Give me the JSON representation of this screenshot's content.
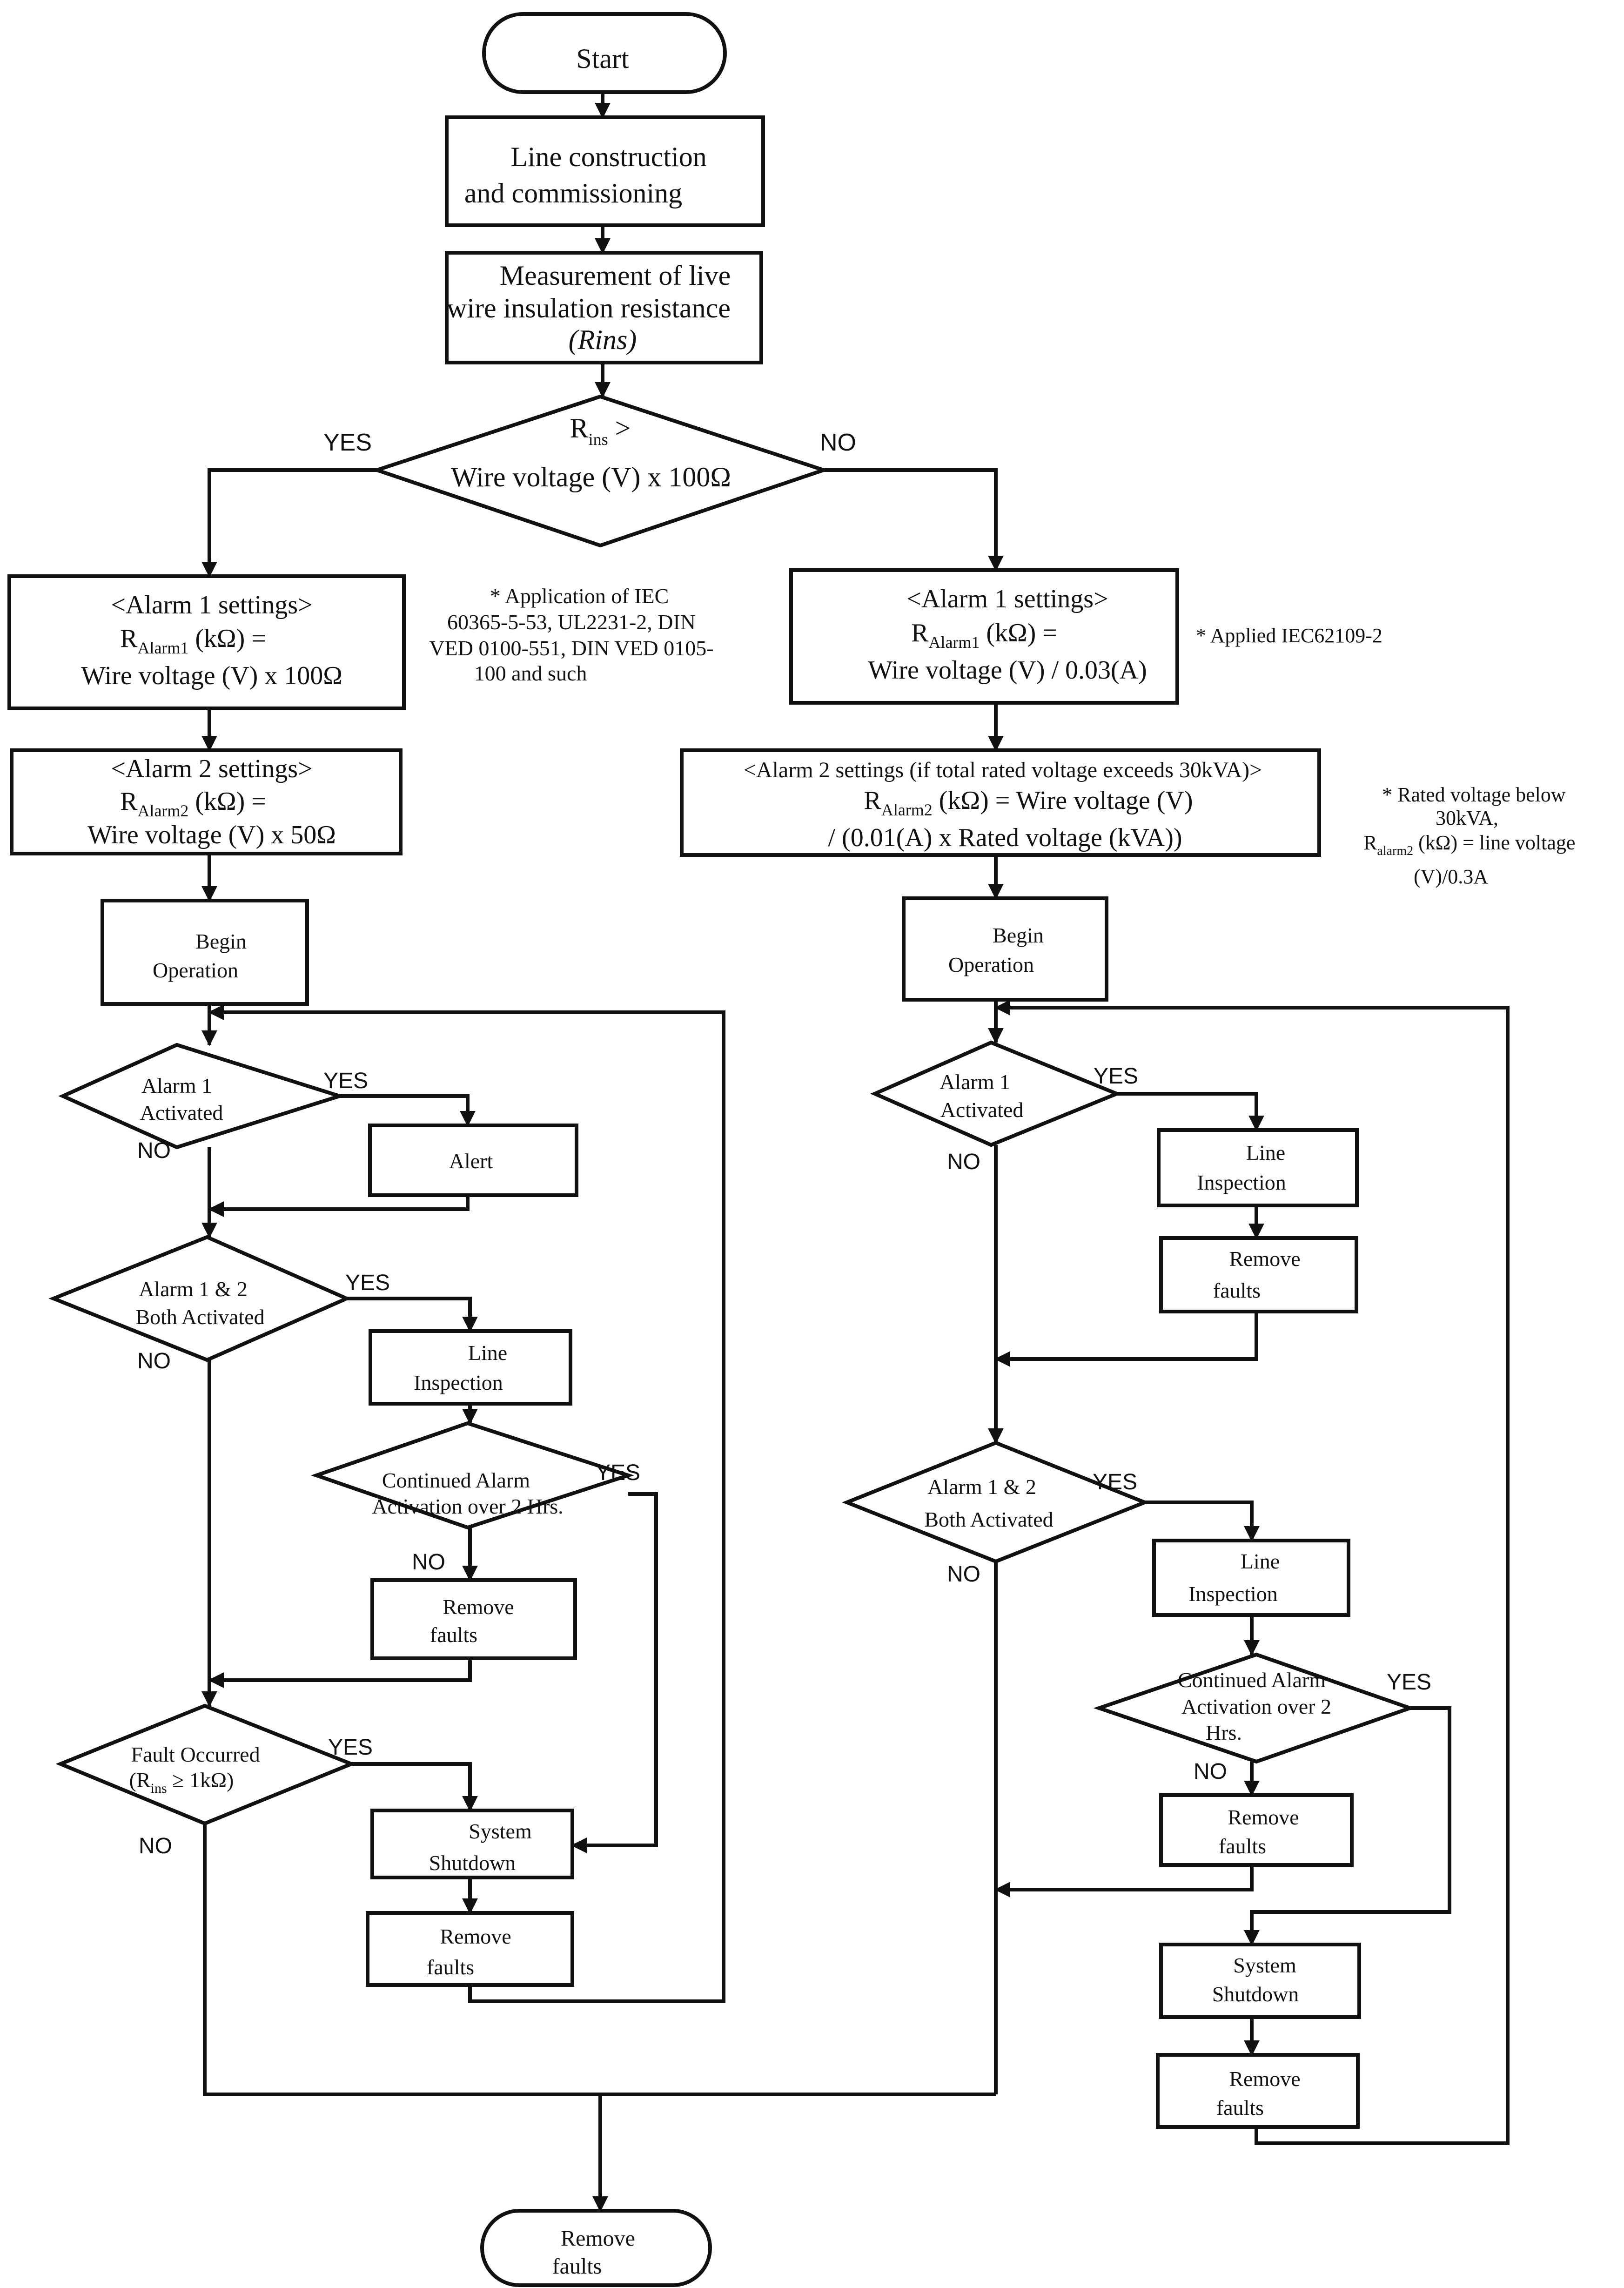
{
  "start": "Start",
  "line_construction": [
    "Line construction",
    "and commissioning"
  ],
  "measurement": [
    "Measurement of live",
    "wire insulation resistance",
    "(Rins)"
  ],
  "decision_rins": {
    "line1": "R",
    "line1_sub": "ins",
    "line1_tail": " >",
    "line2": "Wire voltage (V) x 100Ω"
  },
  "yes": "YES",
  "no": "NO",
  "left": {
    "alarm1": {
      "title": "<Alarm 1 settings>",
      "r": "R",
      "sub": "Alarm1",
      "unit": " (kΩ) =",
      "formula": "Wire voltage (V) x 100Ω"
    },
    "alarm1_note": [
      "* Application of IEC",
      "60365-5-53, UL2231-2, DIN",
      "VED 0100-551, DIN VED 0105-",
      "100 and such"
    ],
    "alarm2": {
      "title": "<Alarm 2 settings>",
      "r": "R",
      "sub": "Alarm2",
      "unit": " (kΩ) =",
      "formula": "Wire voltage (V) x 50Ω"
    },
    "begin": [
      "Begin",
      "Operation"
    ],
    "d_alarm1": [
      "Alarm 1",
      "Activated"
    ],
    "alert": "Alert",
    "d_both": [
      "Alarm 1 & 2",
      "Both Activated"
    ],
    "line_inspection": [
      "Line",
      "Inspection"
    ],
    "d_continued": [
      "Continued Alarm",
      "Activation over 2 Hrs."
    ],
    "remove_faults_1": [
      "Remove",
      "faults"
    ],
    "d_fault": {
      "line1": "Fault Occurred",
      "line2_a": "(R",
      "line2_sub": "ins",
      "line2_b": " ≥ 1kΩ)"
    },
    "shutdown": [
      "System",
      "Shutdown"
    ],
    "remove_faults_2": [
      "Remove",
      "faults"
    ]
  },
  "right": {
    "alarm1": {
      "title": "<Alarm 1 settings>",
      "r": "R",
      "sub": "Alarm1",
      "unit": " (kΩ) =",
      "formula": "Wire voltage (V) / 0.03(A)"
    },
    "alarm1_note": "* Applied IEC62109-2",
    "alarm2": {
      "title": "<Alarm 2 settings (if total rated voltage exceeds 30kVA)>",
      "r": "R",
      "sub": "Alarm2",
      "unit": " (kΩ) = Wire voltage (V)",
      "formula": "/ (0.01(A) x Rated voltage (kVA))"
    },
    "alarm2_note": {
      "l1": "* Rated voltage below",
      "l2": "30kVA,",
      "l3_r": "R",
      "l3_sub": "alarm2",
      "l3_tail": " (kΩ)  = line voltage",
      "l4": "(V)/0.3A"
    },
    "begin": [
      "Begin",
      "Operation"
    ],
    "d_alarm1": [
      "Alarm 1",
      "Activated"
    ],
    "line_inspection_1": [
      "Line",
      "Inspection"
    ],
    "remove_faults_1": [
      "Remove",
      "faults"
    ],
    "d_both": [
      "Alarm 1 & 2",
      "Both Activated"
    ],
    "line_inspection_2": [
      "Line",
      "Inspection"
    ],
    "d_continued": [
      "Continued Alarm",
      "Activation over 2",
      "Hrs."
    ],
    "remove_faults_2": [
      "Remove",
      "faults"
    ],
    "shutdown": [
      "System",
      "Shutdown"
    ],
    "remove_faults_3": [
      "Remove",
      "faults"
    ]
  },
  "end": [
    "Remove",
    "faults"
  ]
}
